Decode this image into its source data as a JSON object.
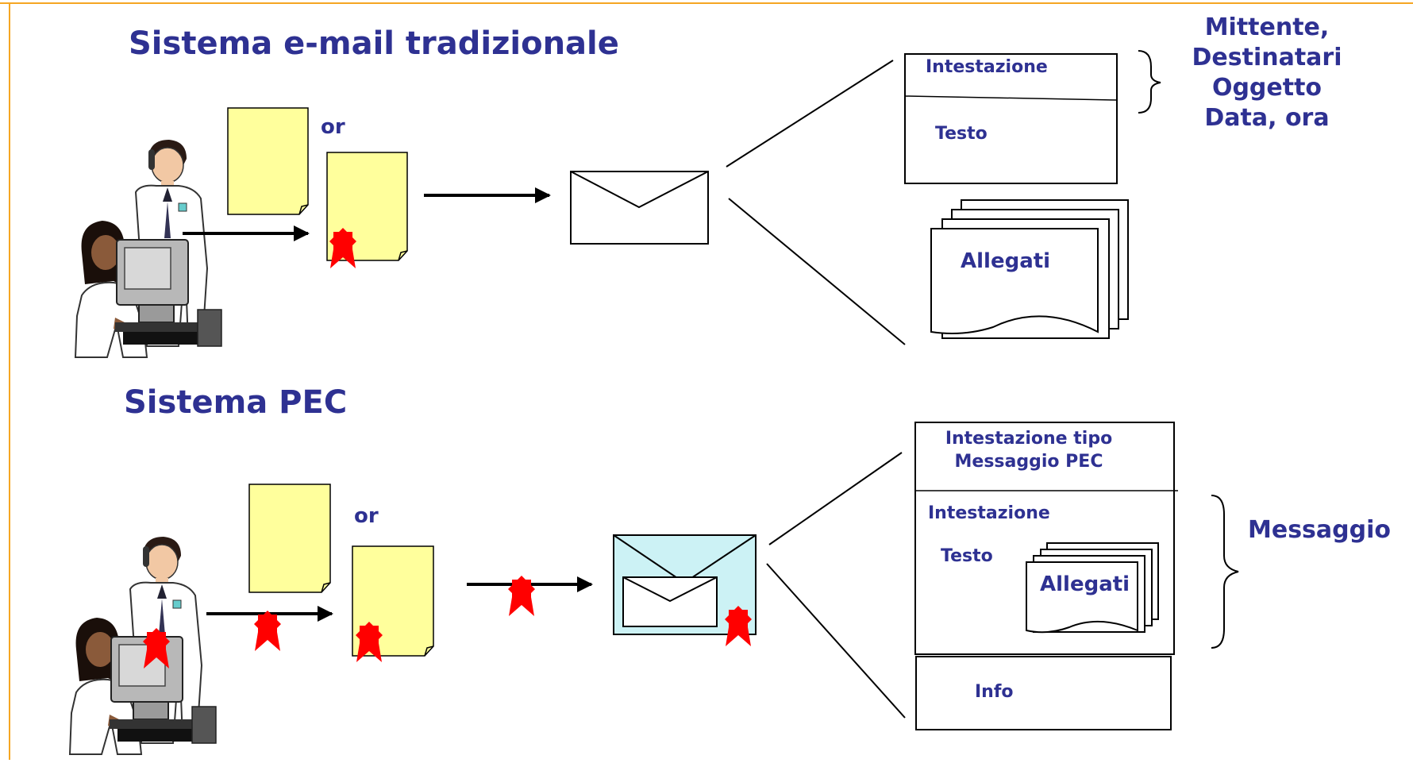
{
  "colors": {
    "text": "#2e3192",
    "frame": "#f5a623",
    "doc_fill": "#ffff9c",
    "pec_envelope_fill": "#ccf2f5",
    "seal": "#ff0000"
  },
  "traditional": {
    "title": "Sistema e-mail tradizionale",
    "or_label": "or",
    "header_label": "Intestazione",
    "body_label": "Testo",
    "attachments_label": "Allegati",
    "header_fields": [
      "Mittente,",
      "Destinatari",
      "Oggetto",
      "Data, ora"
    ]
  },
  "pec": {
    "title": "Sistema PEC",
    "or_label": "or",
    "pec_header_lines": [
      "Intestazione tipo",
      "Messaggio PEC"
    ],
    "header_label": "Intestazione",
    "body_label": "Testo",
    "attachments_label": "Allegati",
    "info_label": "Info",
    "message_label": "Messaggio"
  },
  "icons": [
    "office-workers-icon",
    "document-icon",
    "signed-document-icon",
    "seal-icon",
    "envelope-icon",
    "pec-envelope-icon",
    "attachment-stack-icon",
    "right-brace-icon"
  ]
}
